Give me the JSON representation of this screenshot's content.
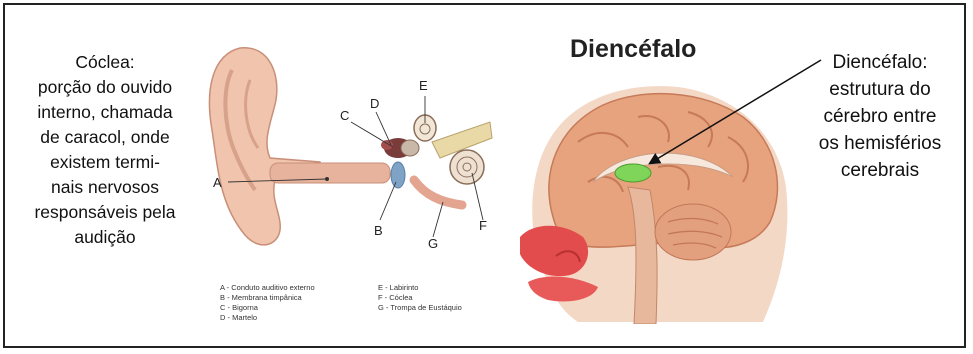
{
  "left_caption": {
    "lines": [
      "Cóclea:",
      "porção do ouvido",
      "interno, chamada",
      "de caracol, onde",
      "existem termi-",
      "nais nervosos",
      "responsáveis pela",
      "audição"
    ]
  },
  "ear_diagram": {
    "labels": [
      "A",
      "B",
      "C",
      "D",
      "E",
      "F",
      "G"
    ],
    "legend_left": [
      "A - Conduto auditivo externo",
      "B - Membrana timpânica",
      "C - Bigorna",
      "D - Martelo"
    ],
    "legend_right": [
      "E - Labirinto",
      "F - Cóclea",
      "G - Trompa de Eustáquio"
    ]
  },
  "brain_diagram": {
    "title": "Diencéfalo",
    "highlight_color": "#7fd45a"
  },
  "right_caption": {
    "lines": [
      "Diencéfalo:",
      "estrutura do",
      "cérebro entre",
      "os hemisférios",
      "cerebrais"
    ]
  }
}
